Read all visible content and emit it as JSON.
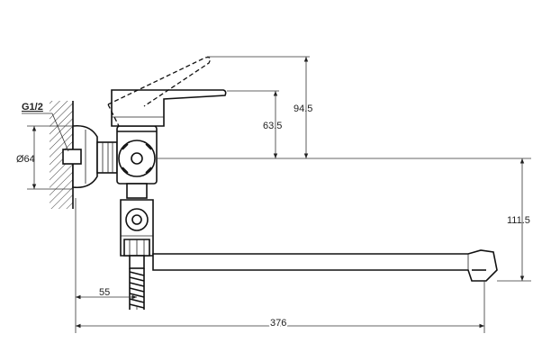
{
  "labels": {
    "thread": "G1/2",
    "diameter": "Ø64",
    "dim_94_5": "94.5",
    "dim_63_5": "63.5",
    "dim_111_5": "111.5",
    "dim_55": "55",
    "dim_376": "376"
  }
}
